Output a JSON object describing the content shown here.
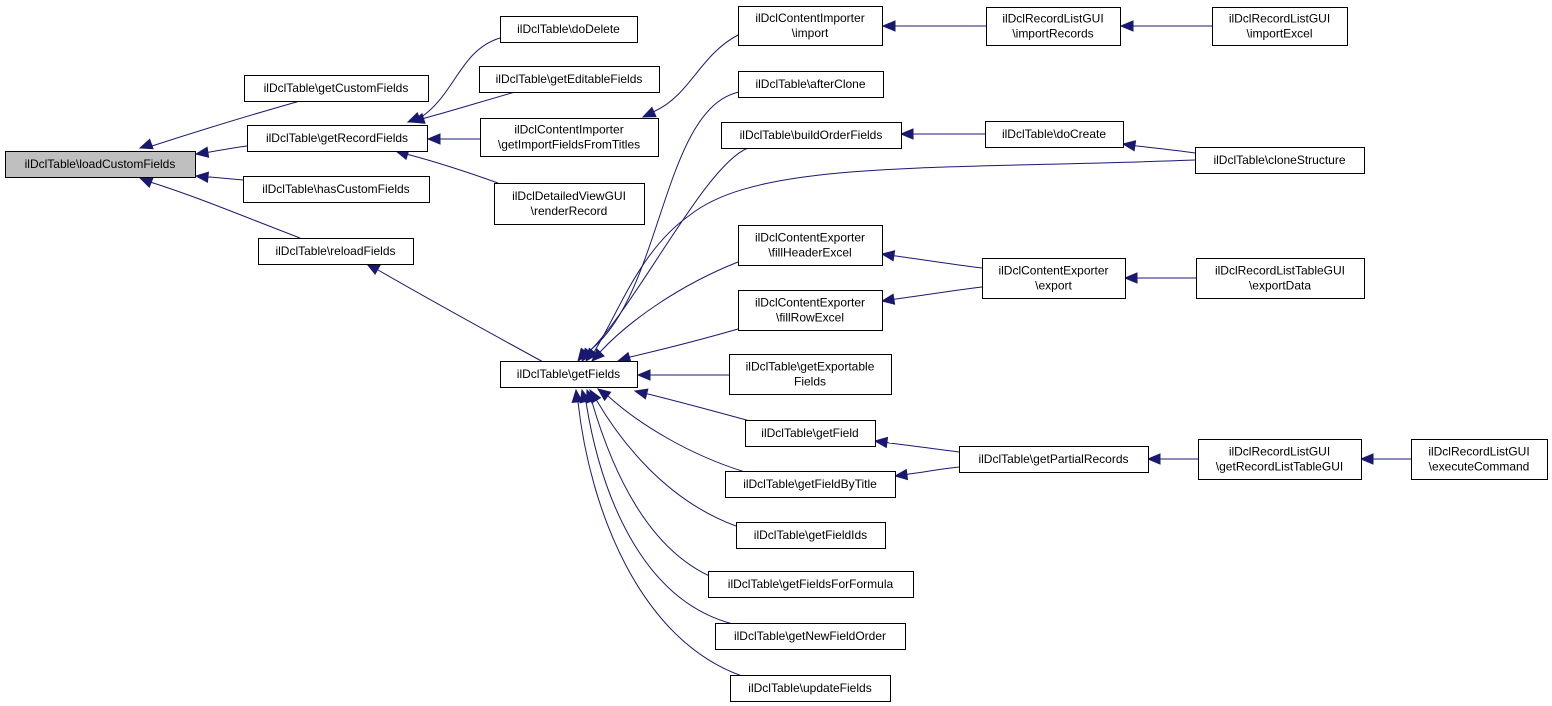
{
  "graph": {
    "edge_color": "#191970",
    "node_fill": "#ffffff",
    "root_fill": "#bfbfbf",
    "nodes": [
      {
        "id": "loadCustomFields",
        "lines": [
          "ilDclTable\\loadCustomFields"
        ],
        "root": true
      },
      {
        "id": "getCustomFields",
        "lines": [
          "ilDclTable\\getCustomFields"
        ]
      },
      {
        "id": "getRecordFields",
        "lines": [
          "ilDclTable\\getRecordFields"
        ]
      },
      {
        "id": "hasCustomFields",
        "lines": [
          "ilDclTable\\hasCustomFields"
        ]
      },
      {
        "id": "reloadFields",
        "lines": [
          "ilDclTable\\reloadFields"
        ]
      },
      {
        "id": "doDelete",
        "lines": [
          "ilDclTable\\doDelete"
        ]
      },
      {
        "id": "getEditableFields",
        "lines": [
          "ilDclTable\\getEditableFields"
        ]
      },
      {
        "id": "getImportFieldsFromTitles",
        "lines": [
          "ilDclContentImporter",
          "\\getImportFieldsFromTitles"
        ]
      },
      {
        "id": "renderRecord",
        "lines": [
          "ilDclDetailedViewGUI",
          "\\renderRecord"
        ]
      },
      {
        "id": "getFields",
        "lines": [
          "ilDclTable\\getFields"
        ]
      },
      {
        "id": "import",
        "lines": [
          "ilDclContentImporter",
          "\\import"
        ]
      },
      {
        "id": "afterClone",
        "lines": [
          "ilDclTable\\afterClone"
        ]
      },
      {
        "id": "buildOrderFields",
        "lines": [
          "ilDclTable\\buildOrderFields"
        ]
      },
      {
        "id": "fillHeaderExcel",
        "lines": [
          "ilDclContentExporter",
          "\\fillHeaderExcel"
        ]
      },
      {
        "id": "fillRowExcel",
        "lines": [
          "ilDclContentExporter",
          "\\fillRowExcel"
        ]
      },
      {
        "id": "getExportableFields",
        "lines": [
          "ilDclTable\\getExportable",
          "Fields"
        ]
      },
      {
        "id": "getField",
        "lines": [
          "ilDclTable\\getField"
        ]
      },
      {
        "id": "getFieldByTitle",
        "lines": [
          "ilDclTable\\getFieldByTitle"
        ]
      },
      {
        "id": "getFieldIds",
        "lines": [
          "ilDclTable\\getFieldIds"
        ]
      },
      {
        "id": "getFieldsForFormula",
        "lines": [
          "ilDclTable\\getFieldsForFormula"
        ]
      },
      {
        "id": "getNewFieldOrder",
        "lines": [
          "ilDclTable\\getNewFieldOrder"
        ]
      },
      {
        "id": "updateFields",
        "lines": [
          "ilDclTable\\updateFields"
        ]
      },
      {
        "id": "importRecords",
        "lines": [
          "ilDclRecordListGUI",
          "\\importRecords"
        ]
      },
      {
        "id": "importExcel",
        "lines": [
          "ilDclRecordListGUI",
          "\\importExcel"
        ]
      },
      {
        "id": "doCreate",
        "lines": [
          "ilDclTable\\doCreate"
        ]
      },
      {
        "id": "cloneStructure",
        "lines": [
          "ilDclTable\\cloneStructure"
        ]
      },
      {
        "id": "export",
        "lines": [
          "ilDclContentExporter",
          "\\export"
        ]
      },
      {
        "id": "exportData",
        "lines": [
          "ilDclRecordListTableGUI",
          "\\exportData"
        ]
      },
      {
        "id": "getPartialRecords",
        "lines": [
          "ilDclTable\\getPartialRecords"
        ]
      },
      {
        "id": "getRecordListTableGUI",
        "lines": [
          "ilDclRecordListGUI",
          "\\getRecordListTableGUI"
        ]
      },
      {
        "id": "executeCommand",
        "lines": [
          "ilDclRecordListGUI",
          "\\executeCommand"
        ]
      }
    ],
    "edges": [
      {
        "from": "getCustomFields",
        "to": "loadCustomFields"
      },
      {
        "from": "getRecordFields",
        "to": "loadCustomFields"
      },
      {
        "from": "hasCustomFields",
        "to": "loadCustomFields"
      },
      {
        "from": "reloadFields",
        "to": "loadCustomFields"
      },
      {
        "from": "doDelete",
        "to": "getRecordFields"
      },
      {
        "from": "getEditableFields",
        "to": "getRecordFields"
      },
      {
        "from": "getImportFieldsFromTitles",
        "to": "getRecordFields"
      },
      {
        "from": "renderRecord",
        "to": "getRecordFields"
      },
      {
        "from": "getFields",
        "to": "reloadFields"
      },
      {
        "from": "import",
        "to": "getImportFieldsFromTitles"
      },
      {
        "from": "importRecords",
        "to": "import"
      },
      {
        "from": "importExcel",
        "to": "importRecords"
      },
      {
        "from": "afterClone",
        "to": "getFields"
      },
      {
        "from": "buildOrderFields",
        "to": "getFields"
      },
      {
        "from": "cloneStructure",
        "to": "getFields"
      },
      {
        "from": "fillHeaderExcel",
        "to": "getFields"
      },
      {
        "from": "fillRowExcel",
        "to": "getFields"
      },
      {
        "from": "getExportableFields",
        "to": "getFields"
      },
      {
        "from": "getField",
        "to": "getFields"
      },
      {
        "from": "getFieldByTitle",
        "to": "getFields"
      },
      {
        "from": "getFieldIds",
        "to": "getFields"
      },
      {
        "from": "getFieldsForFormula",
        "to": "getFields"
      },
      {
        "from": "getNewFieldOrder",
        "to": "getFields"
      },
      {
        "from": "updateFields",
        "to": "getFields"
      },
      {
        "from": "doCreate",
        "to": "buildOrderFields"
      },
      {
        "from": "cloneStructure",
        "to": "doCreate"
      },
      {
        "from": "export",
        "to": "fillHeaderExcel"
      },
      {
        "from": "export",
        "to": "fillRowExcel"
      },
      {
        "from": "exportData",
        "to": "export"
      },
      {
        "from": "getPartialRecords",
        "to": "getField"
      },
      {
        "from": "getPartialRecords",
        "to": "getFieldByTitle"
      },
      {
        "from": "getRecordListTableGUI",
        "to": "getPartialRecords"
      },
      {
        "from": "executeCommand",
        "to": "getRecordListTableGUI"
      }
    ]
  }
}
